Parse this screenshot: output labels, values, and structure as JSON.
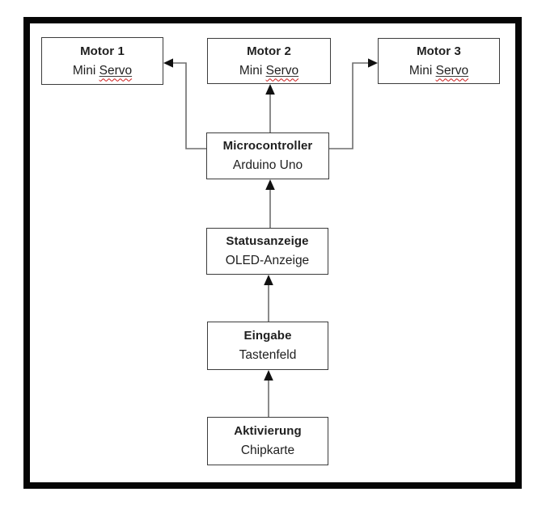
{
  "diagram": {
    "boxes": [
      {
        "id": "motor-1",
        "title": "Motor 1",
        "subtitle_prefix": "Mini ",
        "subtitle_marked": "Servo"
      },
      {
        "id": "motor-2",
        "title": "Motor 2",
        "subtitle_prefix": "Mini ",
        "subtitle_marked": "Servo"
      },
      {
        "id": "motor-3",
        "title": "Motor 3",
        "subtitle_prefix": "Mini ",
        "subtitle_marked": "Servo"
      },
      {
        "id": "microcontroller",
        "title": "Microcontroller",
        "subtitle": "Arduino Uno"
      },
      {
        "id": "statusanzeige",
        "title": "Statusanzeige",
        "subtitle": "OLED-Anzeige"
      },
      {
        "id": "eingabe",
        "title": "Eingabe",
        "subtitle": "Tastenfeld"
      },
      {
        "id": "aktivierung",
        "title": "Aktivierung",
        "subtitle": "Chipkarte"
      }
    ],
    "connections": [
      {
        "from": "aktivierung",
        "to": "eingabe",
        "style": "arrow-up"
      },
      {
        "from": "eingabe",
        "to": "statusanzeige",
        "style": "arrow-up"
      },
      {
        "from": "statusanzeige",
        "to": "microcontroller",
        "style": "arrow-up"
      },
      {
        "from": "microcontroller",
        "to": "motor-2",
        "style": "arrow-up"
      },
      {
        "from": "microcontroller",
        "to": "motor-1",
        "style": "elbow-left"
      },
      {
        "from": "microcontroller",
        "to": "motor-3",
        "style": "elbow-right"
      }
    ],
    "colors": {
      "frame": "#060606",
      "box_border": "#3c3c3c",
      "connector_line": "#6e6e6e",
      "arrowhead": "#111111",
      "text": "#1f1f1f",
      "squiggle": "#cc1a1a",
      "background": "#ffffff"
    }
  }
}
